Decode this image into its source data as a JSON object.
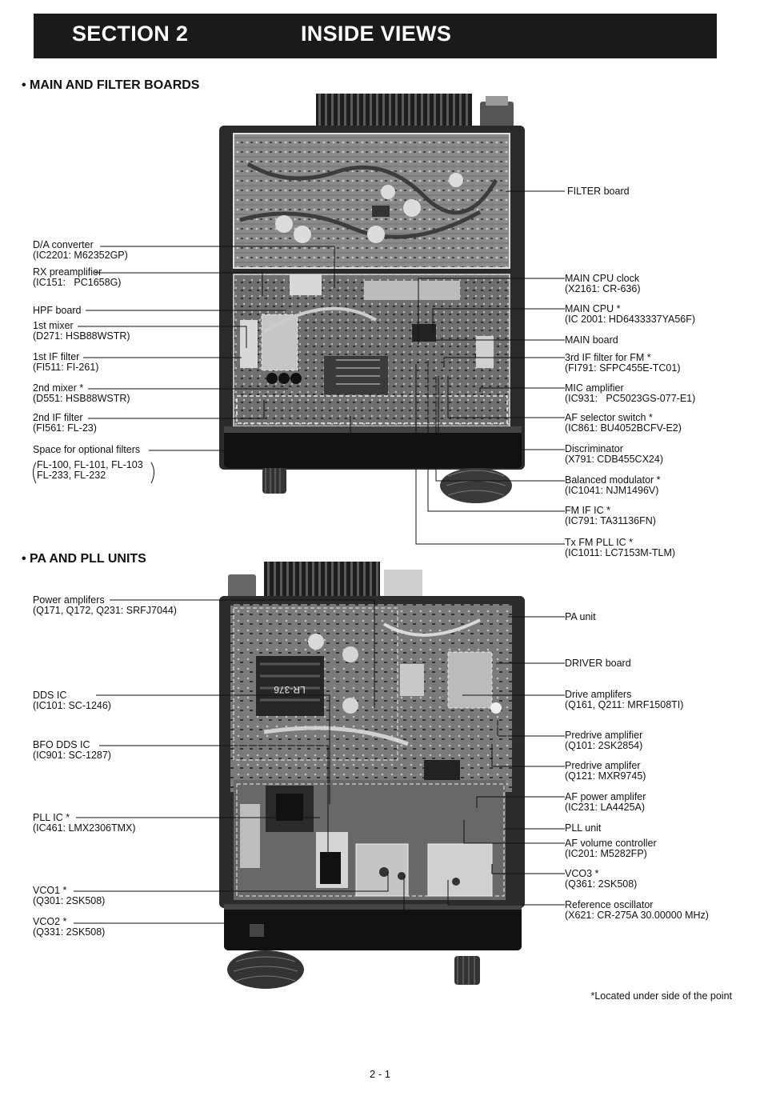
{
  "header": {
    "section": "SECTION 2",
    "title": "INSIDE VIEWS"
  },
  "main_filter": {
    "heading": "• MAIN AND FILTER BOARDS",
    "left_labels": [
      {
        "l1": "D/A converter",
        "l2": "(IC2201: M62352GP)"
      },
      {
        "l1": "RX preamplifier",
        "l2": "(IC151:   PC1658G)"
      },
      {
        "l1": "HPF board",
        "l2": ""
      },
      {
        "l1": "1st mixer",
        "l2": "(D271: HSB88WSTR)"
      },
      {
        "l1": "1st IF filter",
        "l2": "(FI511: FI-261)"
      },
      {
        "l1": "2nd mixer *",
        "l2": "(D551: HSB88WSTR)"
      },
      {
        "l1": "2nd IF filter",
        "l2": "(FI561: FL-23)"
      },
      {
        "l1": "Space for optional filters",
        "l2": ""
      }
    ],
    "options": {
      "l1": "FL-100, FL-101, FL-103",
      "l2": "FL-233, FL-232"
    },
    "right_labels": [
      {
        "l1": "FILTER board",
        "l2": ""
      },
      {
        "l1": "MAIN CPU clock",
        "l2": "(X2161: CR-636)"
      },
      {
        "l1": "MAIN CPU *",
        "l2": "(IC 2001: HD6433337YA56F)"
      },
      {
        "l1": "MAIN board",
        "l2": ""
      },
      {
        "l1": "3rd IF filter for FM *",
        "l2": "(FI791: SFPC455E-TC01)"
      },
      {
        "l1": "MIC amplifier",
        "l2": "(IC931:   PC5023GS-077-E1)"
      },
      {
        "l1": "AF selector switch *",
        "l2": "(IC861: BU4052BCFV-E2)"
      },
      {
        "l1": "Discriminator",
        "l2": "(X791: CDB455CX24)"
      },
      {
        "l1": "Balanced modulator *",
        "l2": "(IC1041: NJM1496V)"
      },
      {
        "l1": "FM IF IC *",
        "l2": "(IC791: TA31136FN)"
      },
      {
        "l1": "Tx FM PLL IC *",
        "l2": "(IC1011: LC7153M-TLM)"
      }
    ]
  },
  "pa_pll": {
    "heading": "• PA AND PLL UNITS",
    "left_labels": [
      {
        "l1": "Power amplifers",
        "l2": "(Q171, Q172, Q231: SRFJ7044)"
      },
      {
        "l1": "DDS IC",
        "l2": "(IC101: SC-1246)"
      },
      {
        "l1": "BFO DDS IC",
        "l2": "(IC901: SC-1287)"
      },
      {
        "l1": "PLL IC *",
        "l2": "(IC461: LMX2306TMX)"
      },
      {
        "l1": "VCO1 *",
        "l2": "(Q301: 2SK508)"
      },
      {
        "l1": "VCO2 *",
        "l2": "(Q331: 2SK508)"
      }
    ],
    "right_labels": [
      {
        "l1": "PA unit",
        "l2": ""
      },
      {
        "l1": "DRIVER board",
        "l2": ""
      },
      {
        "l1": "Drive amplifers",
        "l2": "(Q161, Q211: MRF1508TI)"
      },
      {
        "l1": "Predrive amplifier",
        "l2": "(Q101: 2SK2854)"
      },
      {
        "l1": "Predrive amplifer",
        "l2": "(Q121: MXR9745)"
      },
      {
        "l1": "AF power amplifer",
        "l2": "(IC231: LA4425A)"
      },
      {
        "l1": "PLL unit",
        "l2": ""
      },
      {
        "l1": "AF volume controller",
        "l2": "(IC201: M5282FP)"
      },
      {
        "l1": "VCO3 *",
        "l2": "(Q361: 2SK508)"
      },
      {
        "l1": "Reference oscillator",
        "l2": "(X621: CR-275A 30.00000 MHz)"
      }
    ],
    "coil_marking": "LR-376"
  },
  "footnote": "*Located under side of the point",
  "page_number": "2 - 1"
}
